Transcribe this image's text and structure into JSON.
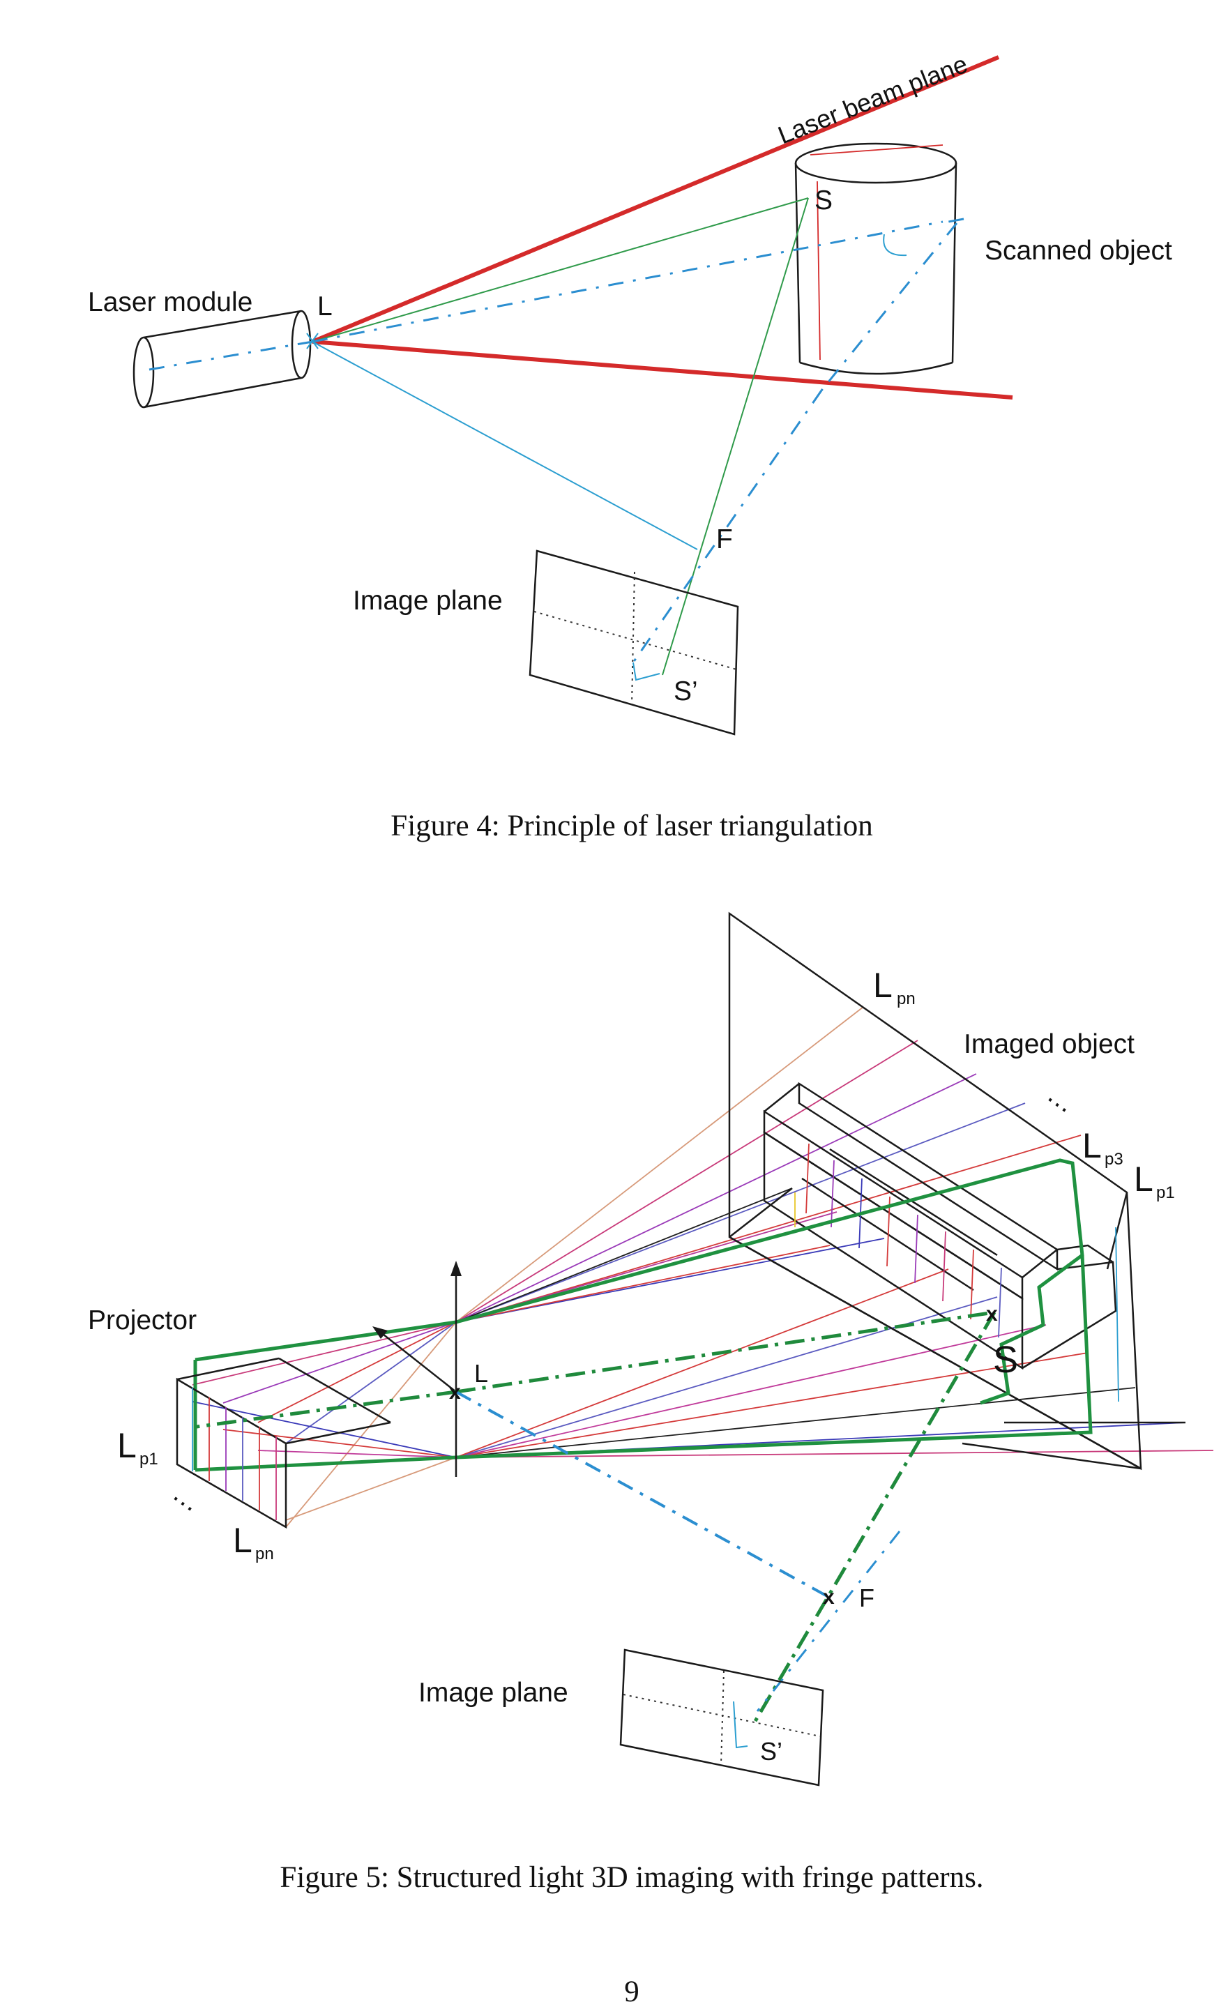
{
  "figure4": {
    "caption": "Figure 4: Principle of laser triangulation",
    "labels": {
      "laser_beam_plane": "Laser beam plane",
      "scanned_object": "Scanned object",
      "laser_module": "Laser module",
      "L": "L",
      "S": "S",
      "F": "F",
      "image_plane": "Image plane",
      "S_prime": "S’"
    }
  },
  "figure5": {
    "caption": "Figure 5: Structured light 3D imaging with fringe patterns.",
    "labels": {
      "imaged_object": "Imaged object",
      "projector": "Projector",
      "L": "L",
      "S": "S",
      "F": "F",
      "image_plane": "Image plane",
      "S_prime": "S’",
      "L_main": "L",
      "sub_pn": "pn",
      "sub_p3": "p3",
      "sub_p1": "p1",
      "dots": "…"
    }
  },
  "page_number": "9",
  "colors": {
    "laser": "#d42a2a",
    "ray_green": "#1f9140",
    "ray_cyan": "#2b8ed0",
    "outline": "#1a1a1a"
  }
}
